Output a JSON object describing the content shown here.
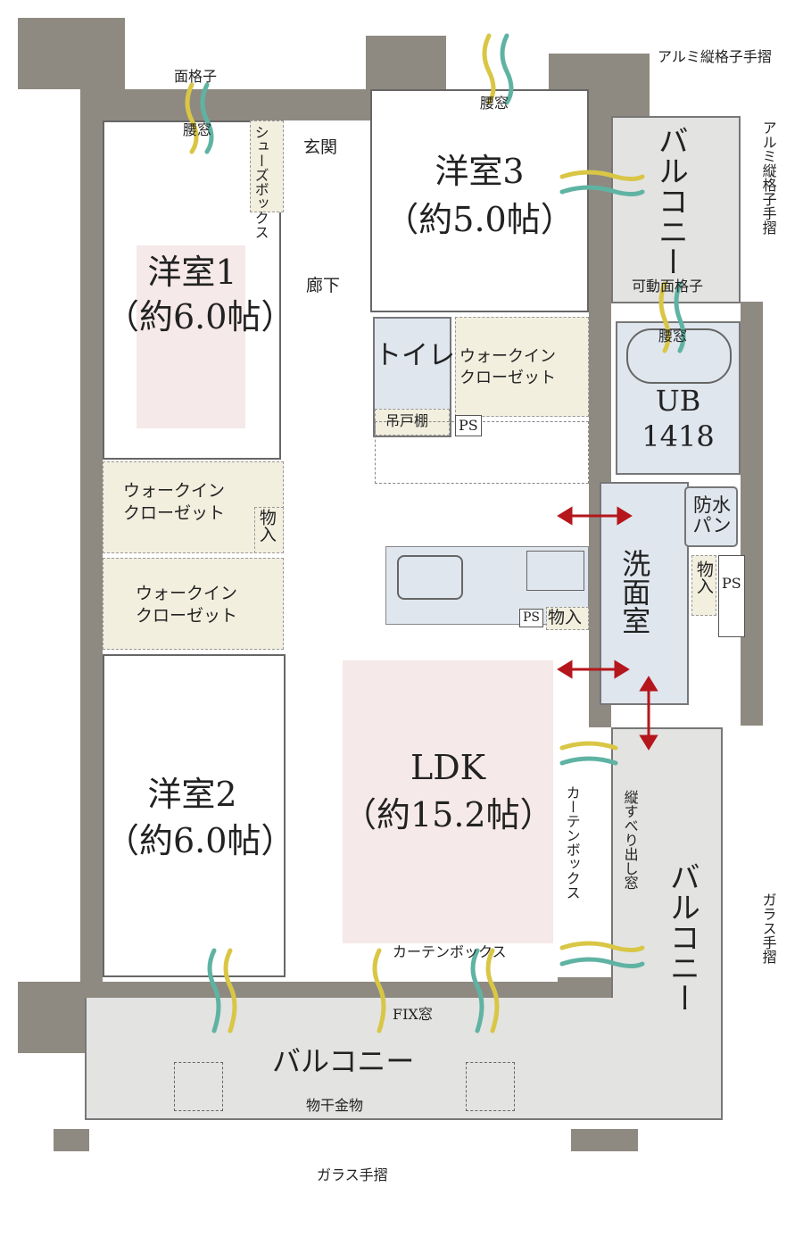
{
  "rooms": {
    "western1": {
      "name": "洋室1",
      "size": "（約6.0帖）"
    },
    "western2": {
      "name": "洋室2",
      "size": "（約6.0帖）"
    },
    "western3": {
      "name": "洋室3",
      "size": "（約5.0帖）"
    },
    "ldk": {
      "name": "LDK",
      "size": "（約15.2帖）"
    },
    "entrance": "玄関",
    "corridor": "廊下",
    "toilet": "トイレ",
    "ub": {
      "name": "UB",
      "size": "1418"
    },
    "washroom": "洗面室",
    "shoebox": "シューズボックス",
    "wic": "ウォークインクローゼット",
    "wic_line1": "ウォークイン",
    "wic_line2": "クローゼット"
  },
  "labels": {
    "mengoshi": "面格子",
    "koshimado": "腰窓",
    "storage": "物入",
    "ps": "PS",
    "hanging_shelf": "吊戸棚",
    "waterproof_pan": "防水パン",
    "movable_grille": "可動面格子",
    "curtain_box": "カーテンボックス",
    "fix_window": "FIX窓",
    "vertical_window": "縦すべり出し窓",
    "balcony": "バルコニー",
    "drying_hardware": "物干金物",
    "glass_handrail": "ガラス手摺",
    "alu_handrail": "アルミ縦格子手摺"
  },
  "colors": {
    "wall": "#8e8a81",
    "closet": "#f2efdf",
    "wet": "#dfe6ee",
    "room_highlight": "#f6e9e9",
    "balcony": "#e3e3e2",
    "arrow": "#b5161b",
    "wind_yellow": "#d9c645",
    "wind_teal": "#5fb3a3"
  }
}
